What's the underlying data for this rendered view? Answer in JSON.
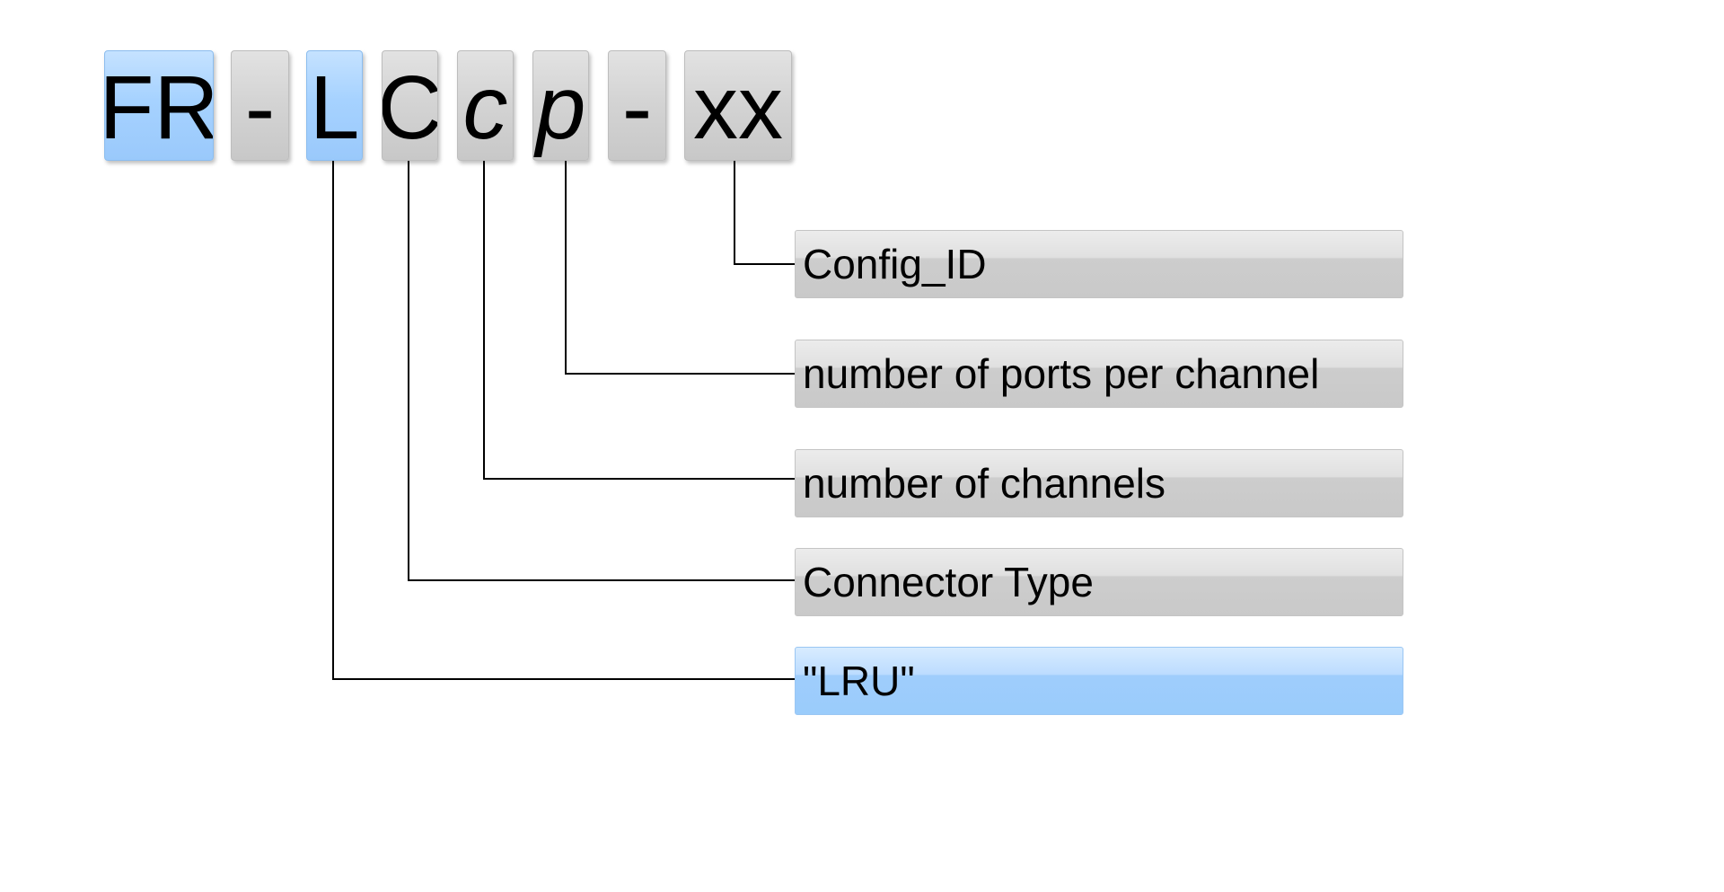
{
  "code_segments": [
    {
      "id": "fr",
      "text": "FR",
      "color": "#a6d2ff",
      "highlight": true
    },
    {
      "id": "dash1",
      "text": "-",
      "color": "#d4d4d4",
      "highlight": false
    },
    {
      "id": "l",
      "text": "L",
      "color": "#a6d2ff",
      "highlight": true
    },
    {
      "id": "c-upper",
      "text": "C",
      "color": "#d4d4d4",
      "highlight": false
    },
    {
      "id": "c-lower",
      "text": "c",
      "color": "#d4d4d4",
      "highlight": false,
      "italic": true
    },
    {
      "id": "p",
      "text": "p",
      "color": "#d4d4d4",
      "highlight": false,
      "italic": true
    },
    {
      "id": "dash2",
      "text": "-",
      "color": "#d4d4d4",
      "highlight": false
    },
    {
      "id": "xx",
      "text": "xx",
      "color": "#d4d4d4",
      "highlight": false
    }
  ],
  "labels": [
    {
      "id": "config-id",
      "text": "Config_ID",
      "highlight": false
    },
    {
      "id": "ports-per-channel",
      "text": "number of ports per channel",
      "highlight": false
    },
    {
      "id": "channels",
      "text": "number of channels",
      "highlight": false
    },
    {
      "id": "connector-type",
      "text": "Connector Type",
      "highlight": false
    },
    {
      "id": "lru",
      "text": "\"LRU\"",
      "highlight": true
    }
  ],
  "colors": {
    "highlight": "#a6d2ff",
    "neutral": "#d4d4d4",
    "connector_line": "#000000"
  }
}
